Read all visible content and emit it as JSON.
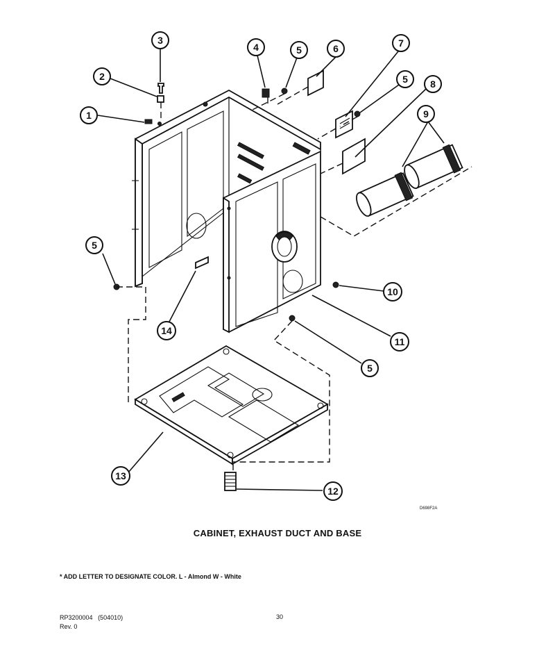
{
  "diagram": {
    "callouts": [
      {
        "id": "c1",
        "label": "1"
      },
      {
        "id": "c2",
        "label": "2"
      },
      {
        "id": "c3",
        "label": "3"
      },
      {
        "id": "c4",
        "label": "4"
      },
      {
        "id": "c5a",
        "label": "5"
      },
      {
        "id": "c6",
        "label": "6"
      },
      {
        "id": "c7",
        "label": "7"
      },
      {
        "id": "c5b",
        "label": "5"
      },
      {
        "id": "c8",
        "label": "8"
      },
      {
        "id": "c9",
        "label": "9"
      },
      {
        "id": "c5c",
        "label": "5"
      },
      {
        "id": "c10",
        "label": "10"
      },
      {
        "id": "c11",
        "label": "11"
      },
      {
        "id": "c14",
        "label": "14"
      },
      {
        "id": "c5d",
        "label": "5"
      },
      {
        "id": "c13",
        "label": "13"
      },
      {
        "id": "c12",
        "label": "12"
      }
    ],
    "drawing_code": "D698F2A"
  },
  "caption": "CABINET, EXHAUST DUCT AND BASE",
  "note": "* ADD LETTER TO DESIGNATE COLOR.  L - Almond  W - White",
  "footer": {
    "doc_number": "RP3200004",
    "doc_code": "(504010)",
    "revision": "Rev. 0",
    "page": "30"
  }
}
